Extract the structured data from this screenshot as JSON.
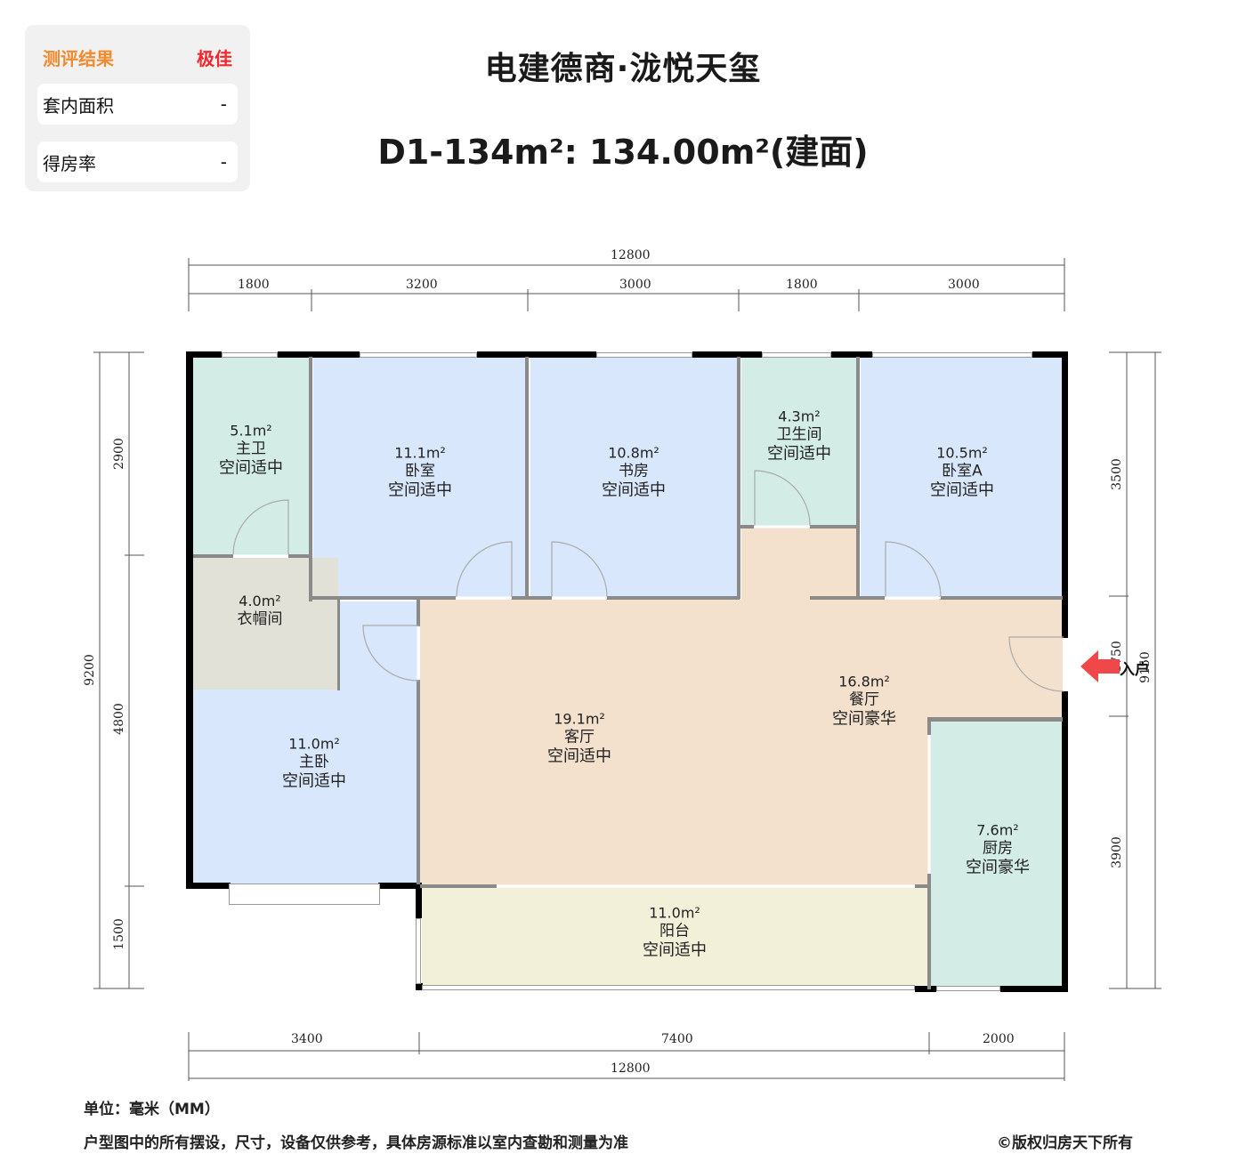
{
  "rating_panel": {
    "header_label": "测评结果",
    "header_value": "极佳",
    "rows": [
      {
        "label": "套内面积",
        "value": "-"
      },
      {
        "label": "得房率",
        "value": "-"
      }
    ]
  },
  "header": {
    "project_name": "电建德商·泷悦天玺",
    "unit_title": "D1-134m²: 134.00m²(建面)"
  },
  "colors": {
    "bathroom": "#d3ede6",
    "bedroom": "#d9e7fc",
    "living": "#f3e0cd",
    "cloakroom": "#e2e1d7",
    "balcony": "#f3f0da",
    "kitchen": "#d3ede6",
    "wall": "#000000",
    "entry_arrow": "#f0484a",
    "rating_label": "#f28a2e",
    "rating_value": "#f0282d"
  },
  "rooms": [
    {
      "id": "master-bath",
      "area": "5.1m²",
      "name": "主卫",
      "rating": "空间适中"
    },
    {
      "id": "bedroom",
      "area": "11.1m²",
      "name": "卧室",
      "rating": "空间适中"
    },
    {
      "id": "study",
      "area": "10.8m²",
      "name": "书房",
      "rating": "空间适中"
    },
    {
      "id": "bathroom",
      "area": "4.3m²",
      "name": "卫生间",
      "rating": "空间适中"
    },
    {
      "id": "bedroom-a",
      "area": "10.5m²",
      "name": "卧室A",
      "rating": "空间适中"
    },
    {
      "id": "cloakroom",
      "area": "4.0m²",
      "name": "衣帽间",
      "rating": ""
    },
    {
      "id": "master-bedroom",
      "area": "11.0m²",
      "name": "主卧",
      "rating": "空间适中"
    },
    {
      "id": "living-room",
      "area": "19.1m²",
      "name": "客厅",
      "rating": "空间适中"
    },
    {
      "id": "dining-room",
      "area": "16.8m²",
      "name": "餐厅",
      "rating": "空间豪华"
    },
    {
      "id": "kitchen",
      "area": "7.6m²",
      "name": "厨房",
      "rating": "空间豪华"
    },
    {
      "id": "balcony",
      "area": "11.0m²",
      "name": "阳台",
      "rating": "空间适中"
    }
  ],
  "dimensions": {
    "top_total": "12800",
    "top_segments": [
      "1800",
      "3200",
      "3000",
      "1800",
      "3000"
    ],
    "bottom_segments": [
      "3400",
      "7400",
      "2000"
    ],
    "bottom_total": "12800",
    "left_total": "9200",
    "left_segments": [
      "2900",
      "4800",
      "1500"
    ],
    "right_segments": [
      "3500",
      "1750",
      "3900"
    ],
    "right_total": "9150"
  },
  "entry_label": "入户",
  "footer": {
    "unit_note": "单位：毫米（MM）",
    "disclaimer": "户型图中的所有摆设，尺寸，设备仅供参考，具体房源标准以室内查勘和测量为准",
    "copyright": "©版权归房天下所有"
  }
}
